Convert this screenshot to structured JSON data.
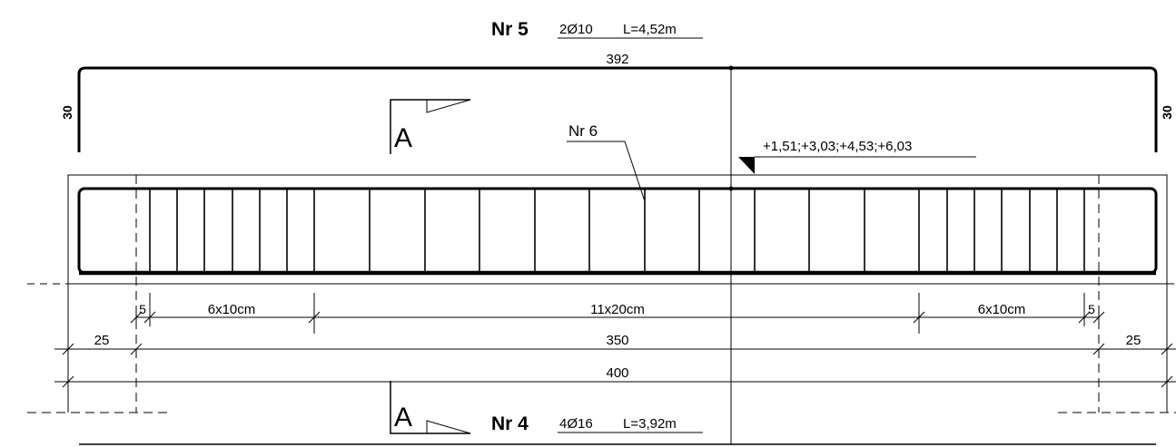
{
  "bars": {
    "top": {
      "number": "Nr 5",
      "spec": "2Ø10",
      "length": "L=4,52m",
      "length_cm": "392",
      "hook_cm": "30"
    },
    "bottom": {
      "number": "Nr 4",
      "spec": "4Ø16",
      "length": "L=3,92m"
    },
    "stirrup": {
      "number": "Nr 6"
    }
  },
  "section_mark": "A",
  "elevation_label": "+1,51;+3,03;+4,53;+6,03",
  "dimensions": {
    "row1": {
      "end_left": "5",
      "dense_left": "6x10cm",
      "middle": "11x20cm",
      "dense_right": "6x10cm",
      "end_right": "5"
    },
    "row2": {
      "left": "25",
      "middle": "350",
      "right": "25"
    },
    "row3": {
      "total": "400"
    }
  }
}
